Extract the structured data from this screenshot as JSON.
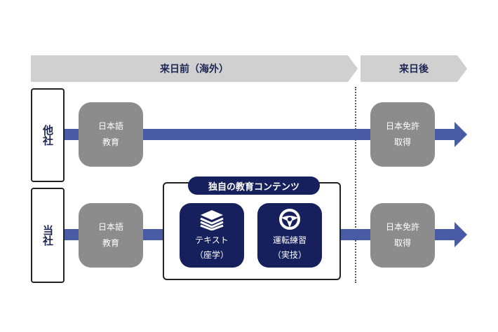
{
  "phases": {
    "before": "来日前（海外）",
    "after": "来日後"
  },
  "rows": [
    {
      "label": "他社",
      "steps": [
        {
          "title": "日本語",
          "sub": "教育"
        },
        {
          "title": "日本免許",
          "sub": "取得"
        }
      ]
    },
    {
      "label": "当社",
      "steps": [
        {
          "title": "日本語",
          "sub": "教育"
        },
        {
          "title": "日本免許",
          "sub": "取得"
        }
      ]
    }
  ],
  "original_content": {
    "title": "独自の教育コンテンツ",
    "items": [
      {
        "icon": "books-stack-icon",
        "title": "テキスト",
        "sub": "（座学）"
      },
      {
        "icon": "steering-wheel-icon",
        "title": "運転練習",
        "sub": "（実技）"
      }
    ]
  },
  "colors": {
    "navy": "#16205c",
    "flow_blue": "#4a5ba5",
    "step_gray": "#8c8c8c",
    "banner_gray": "#d0d0d0"
  }
}
